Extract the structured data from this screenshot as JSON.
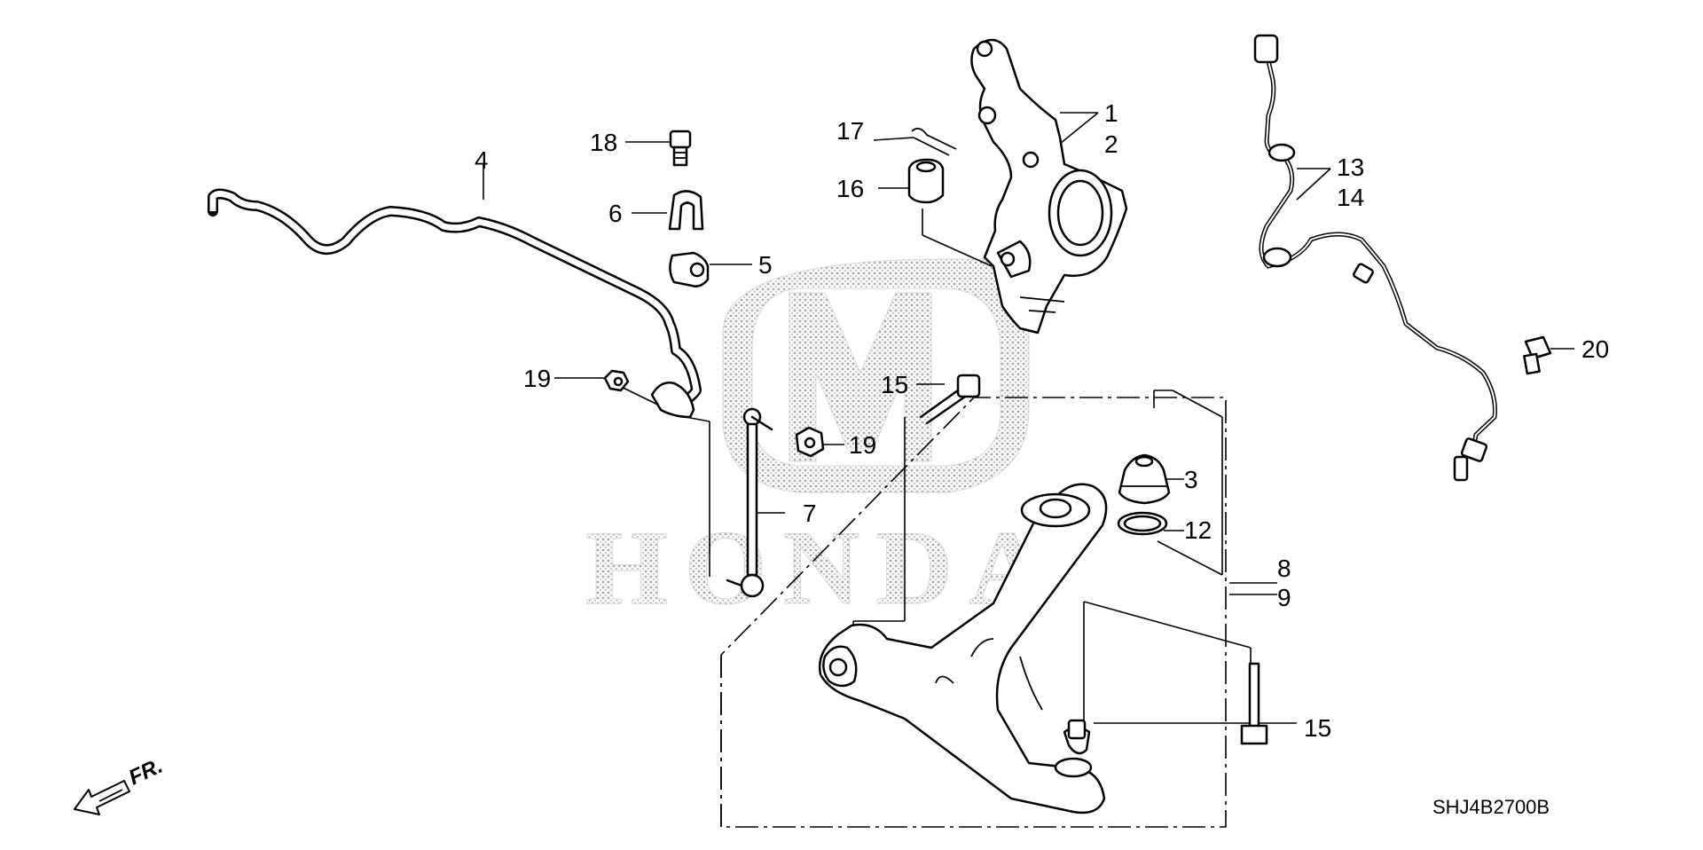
{
  "diagram_code": "SHJ4B2700B",
  "direction_label": "FR.",
  "watermark_text": "HONDA",
  "callouts": {
    "c1": "1",
    "c2": "2",
    "c3": "3",
    "c4": "4",
    "c5": "5",
    "c6": "6",
    "c7": "7",
    "c8": "8",
    "c9": "9",
    "c12": "12",
    "c13": "13",
    "c14": "14",
    "c15a": "15",
    "c15b": "15",
    "c16": "16",
    "c17": "17",
    "c18": "18",
    "c19a": "19",
    "c19b": "19",
    "c20": "20"
  },
  "colors": {
    "line": "#000000",
    "background": "#ffffff",
    "watermark": "#b8b8b8"
  }
}
